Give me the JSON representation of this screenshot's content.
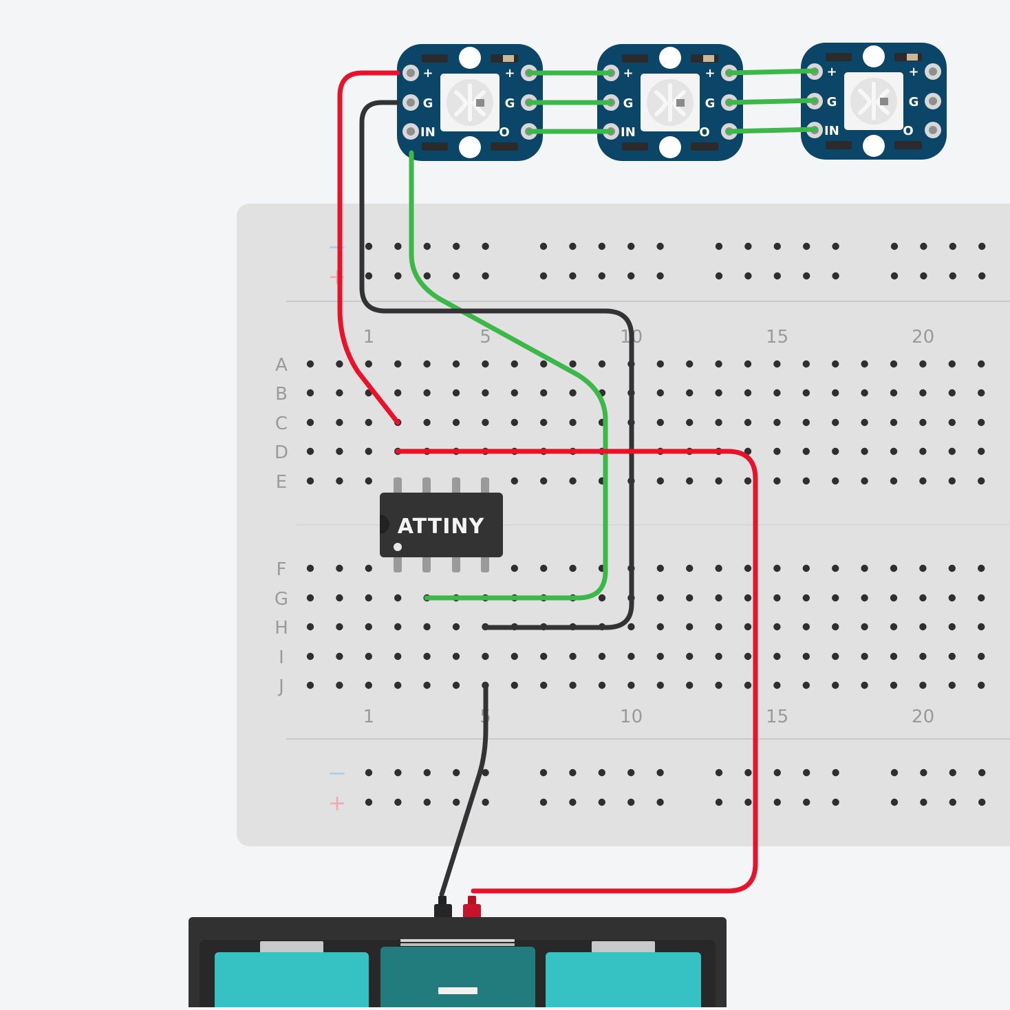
{
  "breadboard": {
    "rail_minus": "−",
    "rail_plus": "+",
    "rows_top": [
      "A",
      "B",
      "C",
      "D",
      "E"
    ],
    "rows_bottom": [
      "F",
      "G",
      "H",
      "I",
      "J"
    ],
    "column_numbers": [
      "1",
      "5",
      "10",
      "15",
      "20"
    ]
  },
  "chip": {
    "label": "ATTINY"
  },
  "neopixel": {
    "count": 3,
    "pin_labels": {
      "plus": "+",
      "ground": "G",
      "in": "IN",
      "out": "O"
    }
  },
  "battery": {
    "minus_symbol": "—"
  },
  "colors": {
    "background": "#f4f5f7",
    "breadboard": "#e1e1e1",
    "wire_red": "#e8132b",
    "wire_black": "#333335",
    "wire_green": "#3cb849",
    "neopixel_pcb": "#0b4668",
    "battery_cell": "#36c2c2",
    "battery_cell_middle": "#227c7e",
    "chip_body": "#333333"
  }
}
